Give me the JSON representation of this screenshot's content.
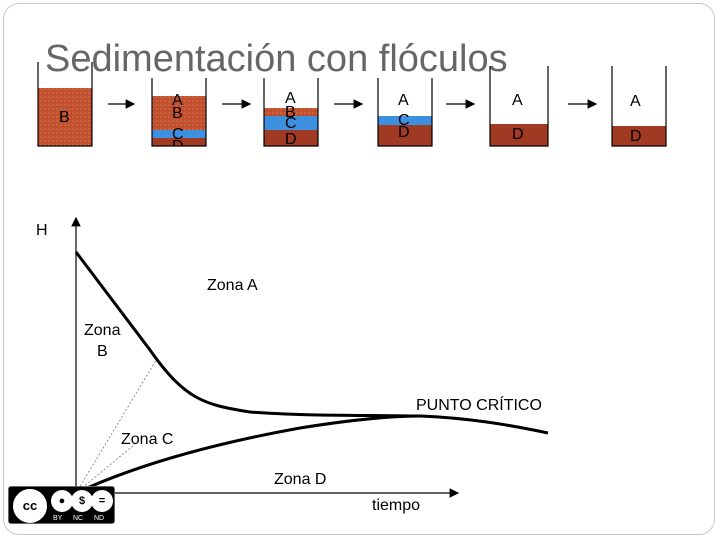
{
  "title": "Sedimentación con flóculos",
  "cylinders": [
    {
      "labels": [
        "B"
      ]
    },
    {
      "labels": [
        "A",
        "B",
        "C",
        "D"
      ]
    },
    {
      "labels": [
        "A",
        "B",
        "C",
        "D"
      ]
    },
    {
      "labels": [
        "A",
        "C",
        "D"
      ]
    },
    {
      "labels": [
        "A",
        "D"
      ]
    },
    {
      "labels": [
        "A",
        "D"
      ]
    }
  ],
  "graph": {
    "y_axis_label": "H",
    "x_axis_label": "tiempo",
    "zones": {
      "a": "Zona A",
      "b_line1": "Zona",
      "b_line2": "B",
      "c": "Zona C",
      "d": "Zona D"
    },
    "critical_point": "PUNTO CRÍTICO"
  },
  "license_badge": {
    "tags": [
      "BY",
      "NC",
      "ND"
    ]
  },
  "colors": {
    "sludge": "#c1502e",
    "clarified_zone": "#3d8fe0",
    "compact_sludge": "#a03a22",
    "title": "#666666"
  }
}
